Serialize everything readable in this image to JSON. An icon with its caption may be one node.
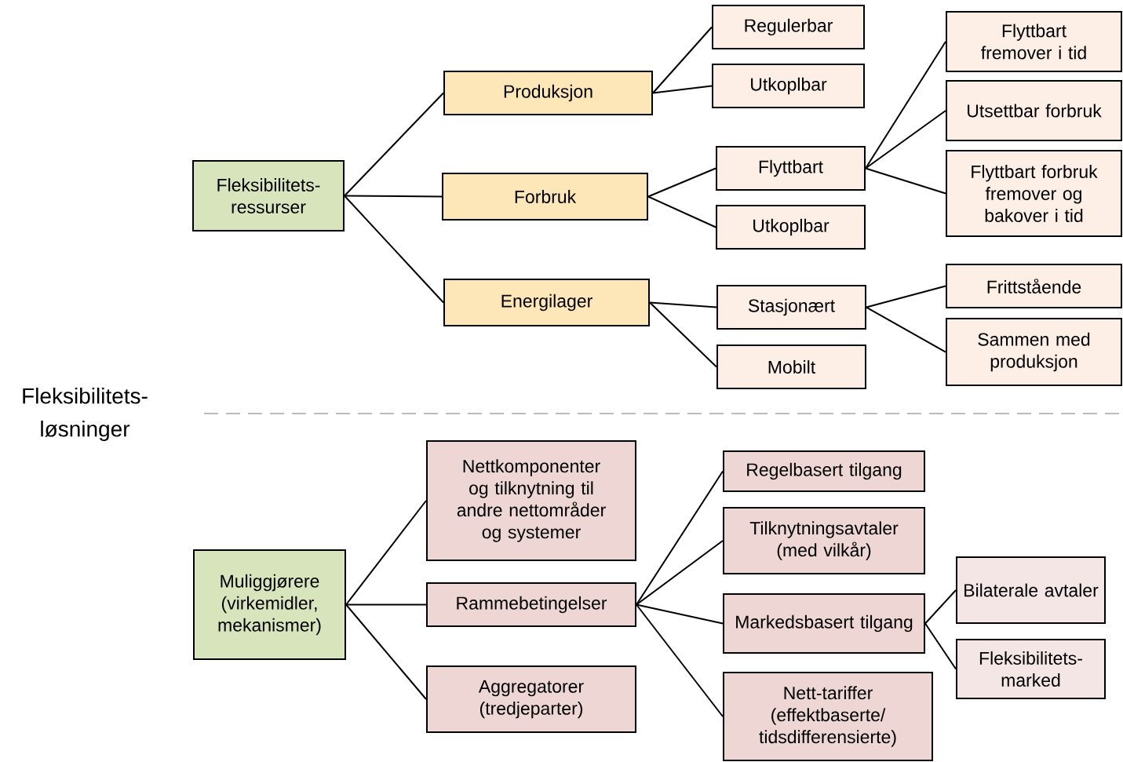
{
  "diagram": {
    "nodes": [
      {
        "text": [
          "Fleksibilitets- ressurser"
        ]
      },
      {
        "text": [
          "Produksjon"
        ]
      },
      {
        "text": [
          "Forbruk"
        ]
      },
      {
        "text": [
          "Energilager"
        ]
      },
      {
        "text": [
          "Regulerbar"
        ]
      },
      {
        "text": [
          "Utkoplbar"
        ]
      },
      {
        "text": [
          "Flyttbart"
        ]
      },
      {
        "text": [
          "Utkoplbar"
        ]
      },
      {
        "text": [
          "Stasjonært"
        ]
      },
      {
        "text": [
          "Mobilt"
        ]
      },
      {
        "text": [
          "Flyttbart fremover i tid"
        ]
      },
      {
        "text": [
          "Utsettbar forbruk"
        ]
      },
      {
        "text": [
          "Flyttbart forbruk fremover og bakover i tid"
        ]
      },
      {
        "text": [
          "Frittstående"
        ]
      },
      {
        "text": [
          "Sammen med produksjon"
        ]
      },
      {
        "text": [
          "Muliggjørere (virkemidler, mekanismer)"
        ]
      },
      {
        "text": [
          "Nettkomponenter og tilknytning til andre nettområder og systemer"
        ]
      },
      {
        "text": [
          "Rammebetingelser"
        ]
      },
      {
        "text": [
          "Aggregatorer (tredjeparter)"
        ]
      },
      {
        "text": [
          "Regelbasert tilgang"
        ]
      },
      {
        "text": [
          "Tilknytningsavtaler (med vilkår)"
        ]
      },
      {
        "text": [
          "Markedsbasert tilgang"
        ]
      },
      {
        "text": [
          "Nett-tariffer (effektbaserte/ tidsdifferensierte)"
        ]
      },
      {
        "text": [
          "Bilaterale avtaler"
        ]
      },
      {
        "text": [
          "Fleksibilitets- marked"
        ]
      }
    ],
    "edges": [
      {
        "from": 0,
        "to": 1,
        "arrow": "none"
      },
      {
        "from": 0,
        "to": 2,
        "arrow": "none"
      },
      {
        "from": 0,
        "to": 3,
        "arrow": "none"
      },
      {
        "from": 1,
        "to": 4,
        "arrow": "none"
      },
      {
        "from": 1,
        "to": 5,
        "arrow": "none"
      },
      {
        "from": 2,
        "to": 6,
        "arrow": "none"
      },
      {
        "from": 2,
        "to": 7,
        "arrow": "none"
      },
      {
        "from": 3,
        "to": 8,
        "arrow": "none"
      },
      {
        "from": 3,
        "to": 9,
        "arrow": "none"
      },
      {
        "from": 6,
        "to": 10,
        "arrow": "none"
      },
      {
        "from": 6,
        "to": 11,
        "arrow": "none"
      },
      {
        "from": 6,
        "to": 12,
        "arrow": "none"
      },
      {
        "from": 8,
        "to": 13,
        "arrow": "none"
      },
      {
        "from": 8,
        "to": 14,
        "arrow": "none"
      },
      {
        "from": 15,
        "to": 16,
        "arrow": "none"
      },
      {
        "from": 15,
        "to": 17,
        "arrow": "none"
      },
      {
        "from": 15,
        "to": 18,
        "arrow": "none"
      },
      {
        "from": 17,
        "to": 19,
        "arrow": "none"
      },
      {
        "from": 17,
        "to": 20,
        "arrow": "none"
      },
      {
        "from": 17,
        "to": 21,
        "arrow": "none"
      },
      {
        "from": 17,
        "to": 22,
        "arrow": "none"
      },
      {
        "from": 21,
        "to": 23,
        "arrow": "none"
      },
      {
        "from": 21,
        "to": 24,
        "arrow": "none"
      }
    ],
    "labels": [
      "Fleksibilitets- løsninger"
    ]
  }
}
